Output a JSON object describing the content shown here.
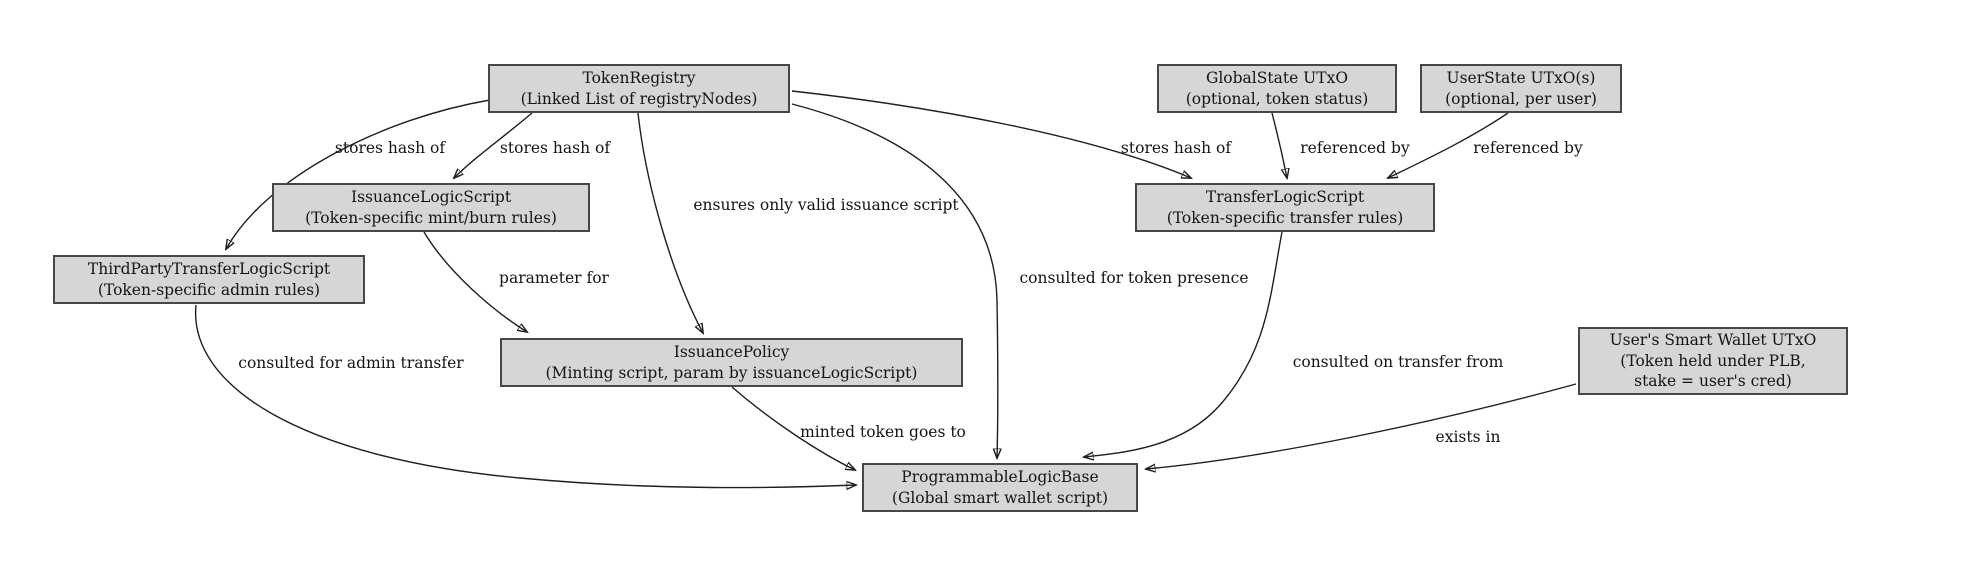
{
  "diagram": {
    "title": "Token registry / programmable logic base architecture",
    "background_color": "#ffffff",
    "node_fill_color": "#d6d6d6",
    "node_border_color": "#474747",
    "edge_color": "#1f1f1f"
  },
  "nodes": [
    {
      "id": "token-registry",
      "label": "TokenRegistry\n(Linked List of registryNodes)"
    },
    {
      "id": "global-state-utxo",
      "label": "GlobalState UTxO\n(optional, token status)"
    },
    {
      "id": "user-state-utxo",
      "label": "UserState UTxO(s)\n(optional, per user)"
    },
    {
      "id": "issuance-logic-script",
      "label": "IssuanceLogicScript\n(Token-specific mint/burn rules)"
    },
    {
      "id": "transfer-logic-script",
      "label": "TransferLogicScript\n(Token-specific transfer rules)"
    },
    {
      "id": "third-party-transfer-logic-script",
      "label": "ThirdPartyTransferLogicScript\n(Token-specific admin rules)"
    },
    {
      "id": "issuance-policy",
      "label": "IssuancePolicy\n(Minting script, param by issuanceLogicScript)"
    },
    {
      "id": "users-smart-wallet-utxo",
      "label": "User's Smart Wallet UTxO\n(Token held under PLB,\nstake = user's cred)"
    },
    {
      "id": "programmable-logic-base",
      "label": "ProgrammableLogicBase\n(Global smart wallet script)"
    }
  ],
  "edges": [
    {
      "from": "token-registry",
      "to": "third-party-transfer-logic-script",
      "label": "stores hash of"
    },
    {
      "from": "token-registry",
      "to": "issuance-logic-script",
      "label": "stores hash of"
    },
    {
      "from": "token-registry",
      "to": "transfer-logic-script",
      "label": "stores hash of"
    },
    {
      "from": "global-state-utxo",
      "to": "transfer-logic-script",
      "label": "referenced by"
    },
    {
      "from": "user-state-utxo",
      "to": "transfer-logic-script",
      "label": "referenced by"
    },
    {
      "from": "token-registry",
      "to": "issuance-policy",
      "label": "ensures only valid issuance script"
    },
    {
      "from": "issuance-logic-script",
      "to": "issuance-policy",
      "label": "parameter for"
    },
    {
      "from": "token-registry",
      "to": "programmable-logic-base",
      "label": "consulted for token presence"
    },
    {
      "from": "third-party-transfer-logic-script",
      "to": "programmable-logic-base",
      "label": "consulted for admin transfer"
    },
    {
      "from": "transfer-logic-script",
      "to": "programmable-logic-base",
      "label": "consulted on transfer from"
    },
    {
      "from": "issuance-policy",
      "to": "programmable-logic-base",
      "label": "minted token goes to"
    },
    {
      "from": "users-smart-wallet-utxo",
      "to": "programmable-logic-base",
      "label": "exists in"
    }
  ]
}
